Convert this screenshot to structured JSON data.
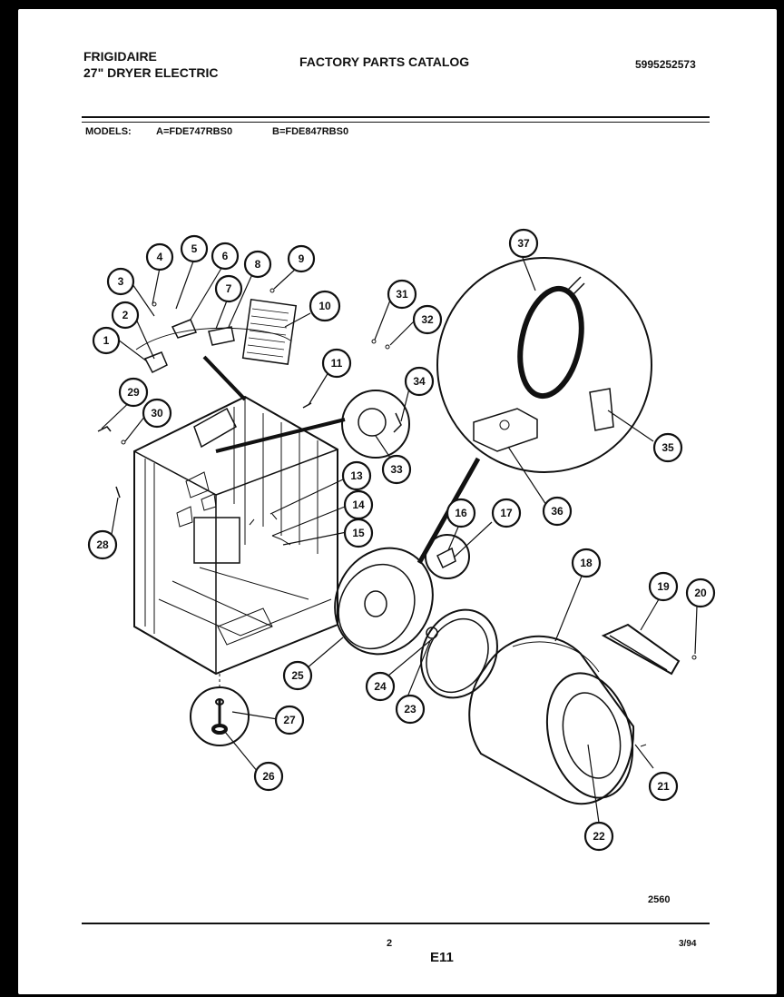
{
  "header": {
    "brand": "FRIGIDAIRE",
    "product": "27\" DRYER ELECTRIC",
    "catalog_title": "FACTORY PARTS CATALOG",
    "part_number": "5995252573"
  },
  "models": {
    "label": "MODELS:",
    "model_a": "A=FDE747RBS0",
    "model_b": "B=FDE847RBS0"
  },
  "footer": {
    "drawing_number": "2560",
    "page": "2",
    "section": "E11",
    "date": "3/94"
  },
  "callouts": [
    "1",
    "2",
    "3",
    "4",
    "5",
    "6",
    "7",
    "8",
    "9",
    "10",
    "11",
    "13",
    "14",
    "15",
    "16",
    "17",
    "18",
    "19",
    "20",
    "21",
    "22",
    "23",
    "24",
    "25",
    "26",
    "27",
    "28",
    "29",
    "30",
    "31",
    "32",
    "33",
    "34",
    "35",
    "36",
    "37"
  ]
}
